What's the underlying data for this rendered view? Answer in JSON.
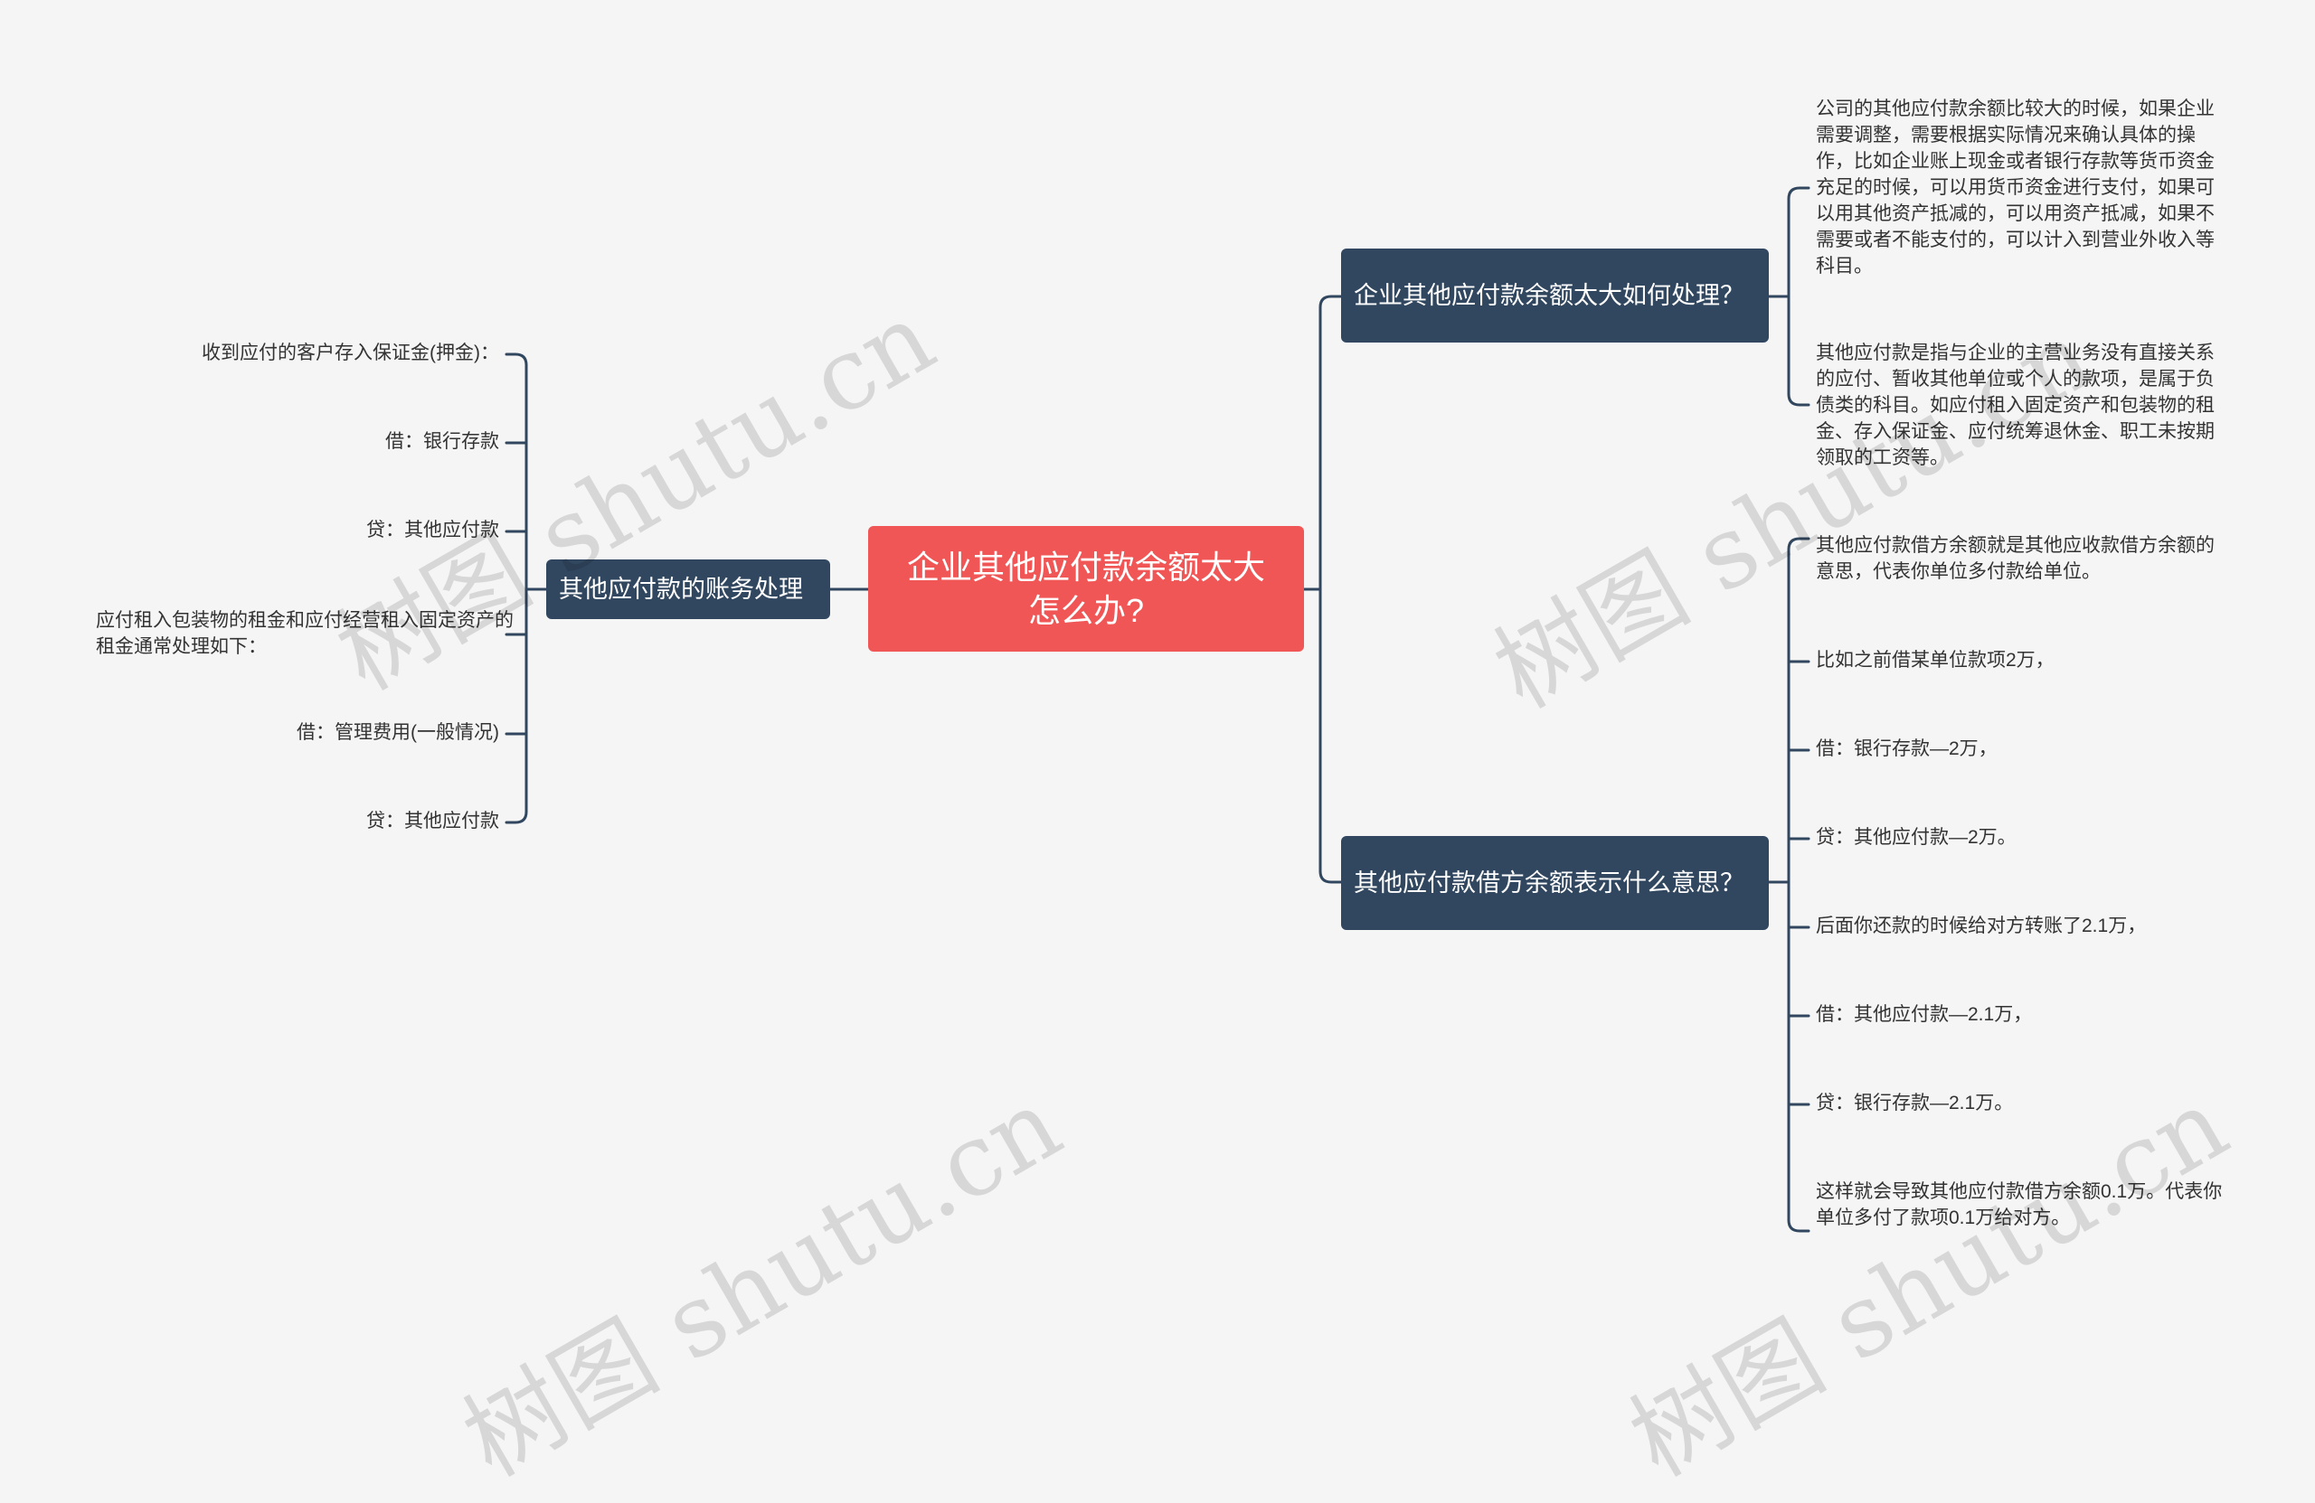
{
  "root": {
    "title": "企业其他应付款余额太大怎么办?"
  },
  "left_branch": {
    "label": "其他应付款的账务处理",
    "leaves": [
      "收到应付的客户存入保证金(押金)：",
      "借：银行存款",
      "贷：其他应付款",
      "应付租入包装物的租金和应付经营租入固定资产的租金通常处理如下：",
      "借：管理费用(一般情况)",
      "贷：其他应付款"
    ]
  },
  "right_branch_1": {
    "label": "企业其他应付款余额太大如何处理？",
    "leaves": [
      "公司的其他应付款余额比较大的时候，如果企业需要调整，需要根据实际情况来确认具体的操作，比如企业账上现金或者银行存款等货币资金充足的时候，可以用货币资金进行支付，如果可以用其他资产抵减的，可以用资产抵减，如果不需要或者不能支付的，可以计入到营业外收入等科目。",
      "其他应付款是指与企业的主营业务没有直接关系的应付、暂收其他单位或个人的款项，是属于负债类的科目。如应付租入固定资产和包装物的租金、存入保证金、应付统筹退休金、职工未按期领取的工资等。"
    ]
  },
  "right_branch_2": {
    "label": "其他应付款借方余额表示什么意思？",
    "leaves": [
      "其他应付款借方余额就是其他应收款借方余额的意思，代表你单位多付款给单位。",
      "比如之前借某单位款项2万，",
      "借：银行存款—2万，",
      "贷：其他应付款—2万。",
      "后面你还款的时候给对方转账了2.1万，",
      "借：其他应付款—2.1万，",
      "贷：银行存款—2.1万。",
      "这样就会导致其他应付款借方余额0.1万。代表你单位多付了款项0.1万给对方。"
    ]
  },
  "watermark": "树图 shutu.cn",
  "colors": {
    "root": "#f05656",
    "branch": "#31475f",
    "line": "#31475f",
    "background": "#f5f5f5"
  }
}
